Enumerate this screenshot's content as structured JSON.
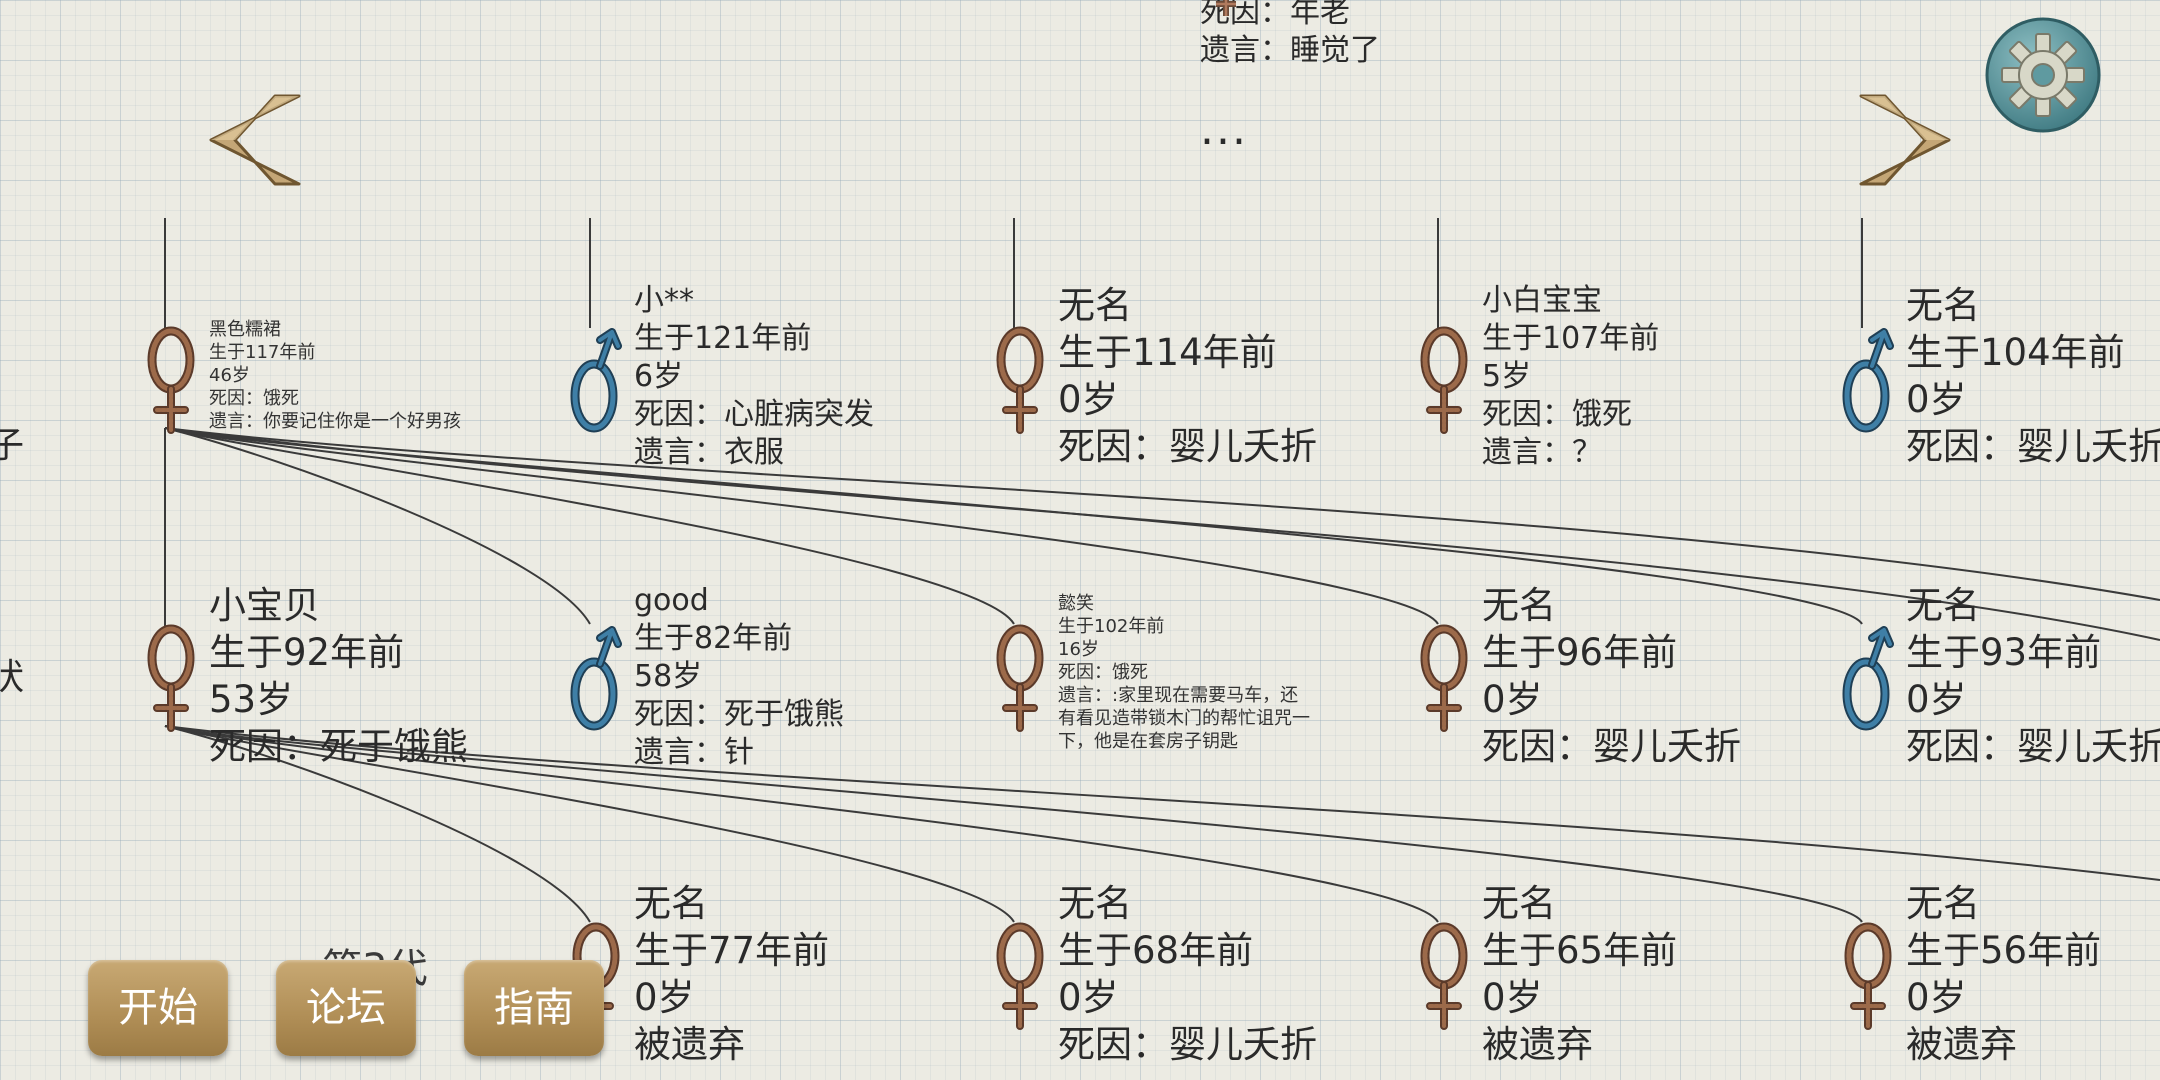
{
  "top_ghost": {
    "cause": "死因：年老",
    "last_words": "遗言：睡觉了"
  },
  "ellipsis": "...",
  "left_edge": [
    "子",
    "状"
  ],
  "generation_label": "第3代",
  "nodes": [
    {
      "id": "r1c1",
      "sex": "female",
      "size": "small",
      "col": 1,
      "row": 1,
      "lines": [
        "黑色糯裙",
        "生于117年前",
        "46岁",
        "死因：饿死",
        "遗言：你要记住你是一个好男孩"
      ]
    },
    {
      "id": "r1c2",
      "sex": "male",
      "size": "med",
      "col": 2,
      "row": 1,
      "lines": [
        "小**",
        "生于121年前",
        "6岁",
        "死因：心脏病突发",
        "遗言：衣服"
      ]
    },
    {
      "id": "r1c3",
      "sex": "female",
      "size": "big",
      "col": 3,
      "row": 1,
      "lines": [
        "无名",
        "生于114年前",
        "0岁",
        "死因：婴儿夭折"
      ]
    },
    {
      "id": "r1c4",
      "sex": "female",
      "size": "med",
      "col": 4,
      "row": 1,
      "lines": [
        "小白宝宝",
        "生于107年前",
        "5岁",
        "死因：饿死",
        "遗言：？"
      ]
    },
    {
      "id": "r1c5",
      "sex": "male",
      "size": "big",
      "col": 5,
      "row": 1,
      "lines": [
        "无名",
        "生于104年前",
        "0岁",
        "死因：婴儿夭折"
      ]
    },
    {
      "id": "r2c1",
      "sex": "female",
      "size": "big",
      "col": 1,
      "row": 2,
      "lines": [
        "小宝贝",
        "生于92年前",
        "53岁",
        "死因：死于饿熊"
      ]
    },
    {
      "id": "r2c2",
      "sex": "male",
      "size": "med",
      "col": 2,
      "row": 2,
      "lines": [
        "good",
        "生于82年前",
        "58岁",
        "死因：死于饿熊",
        "遗言：针"
      ]
    },
    {
      "id": "r2c3",
      "sex": "female",
      "size": "small",
      "col": 3,
      "row": 2,
      "lines": [
        "懿笑",
        "生于102年前",
        "16岁",
        "死因：饿死",
        "遗言：:家里现在需要马车，还",
        "有看见造带锁木门的帮忙诅咒一",
        "下，他是在套房子钥匙"
      ]
    },
    {
      "id": "r2c4",
      "sex": "female",
      "size": "big",
      "col": 4,
      "row": 2,
      "lines": [
        "无名",
        "生于96年前",
        "0岁",
        "死因：婴儿夭折"
      ]
    },
    {
      "id": "r2c5",
      "sex": "male",
      "size": "big",
      "col": 5,
      "row": 2,
      "lines": [
        "无名",
        "生于93年前",
        "0岁",
        "死因：婴儿夭折"
      ]
    },
    {
      "id": "r3c2",
      "sex": "female",
      "size": "big",
      "col": 2,
      "row": 3,
      "lines": [
        "无名",
        "生于77年前",
        "0岁",
        "被遗弃"
      ]
    },
    {
      "id": "r3c3",
      "sex": "female",
      "size": "big",
      "col": 3,
      "row": 3,
      "lines": [
        "无名",
        "生于68年前",
        "0岁",
        "死因：婴儿夭折"
      ]
    },
    {
      "id": "r3c4",
      "sex": "female",
      "size": "big",
      "col": 4,
      "row": 3,
      "lines": [
        "无名",
        "生于65年前",
        "0岁",
        "被遗弃"
      ]
    },
    {
      "id": "r3c5",
      "sex": "female",
      "size": "big",
      "col": 5,
      "row": 3,
      "lines": [
        "无名",
        "生于56年前",
        "0岁",
        "被遗弃"
      ]
    }
  ],
  "buttons": {
    "start": "开始",
    "forum": "论坛",
    "guide": "指南"
  },
  "icons": {
    "prev": "chevron-left-icon",
    "next": "chevron-right-icon",
    "settings": "gear-icon",
    "female": "female-symbol-icon",
    "male": "male-symbol-icon"
  },
  "colors": {
    "female": "#9c6a4a",
    "male": "#3f7fa6",
    "button": "#b08e56",
    "arrow": "#c4a676",
    "gear": "#5f9aa0"
  }
}
